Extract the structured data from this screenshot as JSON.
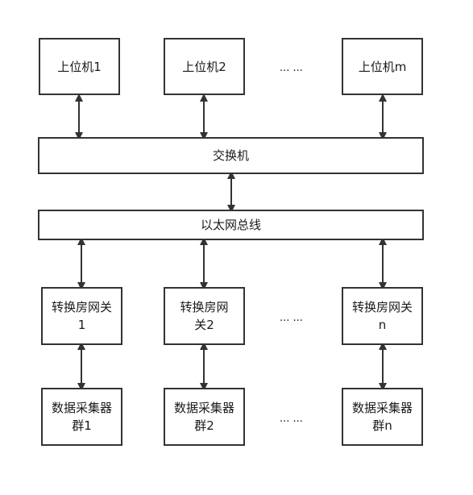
{
  "hosts": {
    "host1": "上位机1",
    "host2": "上位机2",
    "hostm": "上位机m",
    "ellipsis": "... ..."
  },
  "switch": {
    "label": "交换机"
  },
  "bus": {
    "label": "以太网总线"
  },
  "gateways": {
    "gw1": [
      "转换房网关",
      "1"
    ],
    "gw2": [
      "转换房网",
      "关2"
    ],
    "gwn": [
      "转换房网关",
      "n"
    ],
    "ellipsis": "... ..."
  },
  "collectors": {
    "c1": [
      "数据采集器",
      "群1"
    ],
    "c2": [
      "数据采集器",
      "群2"
    ],
    "cn": [
      "数据采集器",
      "群n"
    ],
    "ellipsis": "... ..."
  },
  "colors": {
    "line": "#333333",
    "text": "#1a1a1a",
    "background": "#ffffff"
  }
}
